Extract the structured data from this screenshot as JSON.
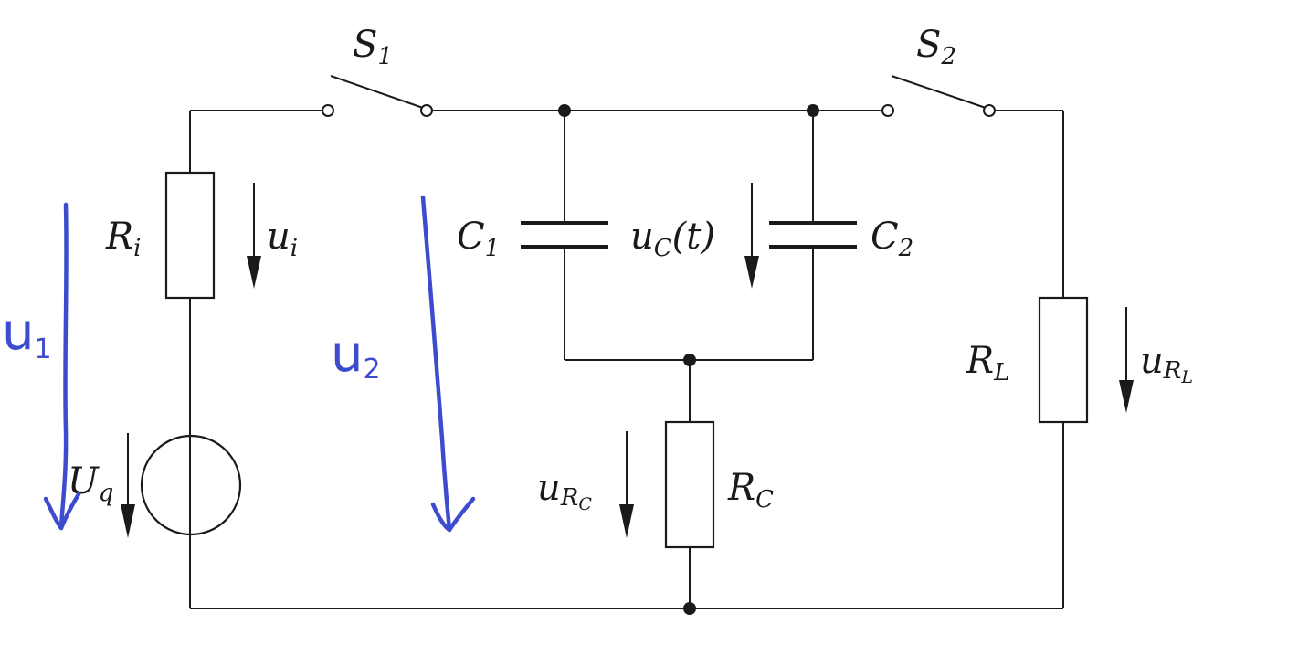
{
  "labels": {
    "S1": {
      "base": "S",
      "sub": "1"
    },
    "S2": {
      "base": "S",
      "sub": "2"
    },
    "Ri": {
      "base": "R",
      "sub": "i"
    },
    "ui": {
      "base": "u",
      "sub": "i"
    },
    "C1": {
      "base": "C",
      "sub": "1"
    },
    "C2": {
      "base": "C",
      "sub": "2"
    },
    "uC": {
      "base": "u",
      "sub": "C",
      "tail": "(t)"
    },
    "RL": {
      "base": "R",
      "sub": "L"
    },
    "uRL": {
      "base": "u",
      "sub": "R",
      "subsub": "L"
    },
    "Uq": {
      "base": "U",
      "sub": "q"
    },
    "uRC": {
      "base": "u",
      "sub": "R",
      "subsub": "C"
    },
    "RC": {
      "base": "R",
      "sub": "C"
    }
  },
  "handwritten": {
    "u1": {
      "base": "u",
      "sub": "1"
    },
    "u2": {
      "base": "u",
      "sub": "2"
    }
  },
  "colors": {
    "ink": "#1a1a1a",
    "handwriting": "#3d4ccf"
  }
}
